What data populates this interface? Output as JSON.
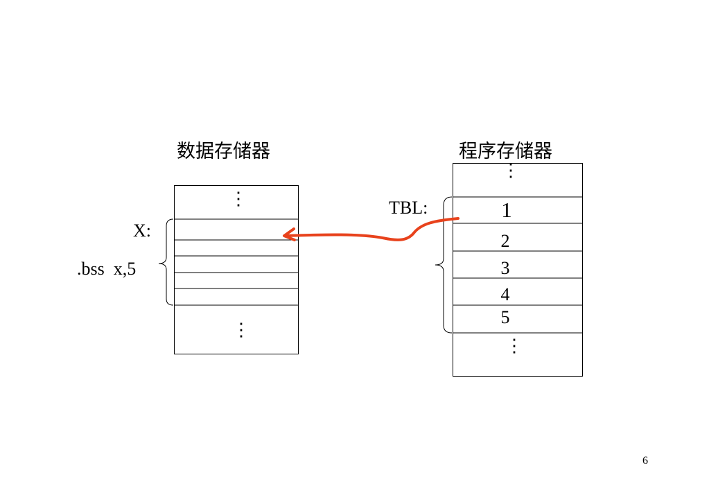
{
  "data_memory": {
    "title": "数据存储器"
  },
  "program_memory": {
    "title": "程序存储器",
    "values": [
      "1",
      "2",
      "3",
      "4",
      "5"
    ]
  },
  "labels": {
    "x_label": "X:",
    "bss_directive": ".bss  x,5",
    "tbl_label": "TBL:"
  },
  "ellipsis": "⋮",
  "arrow_color": "#e8421c",
  "page_number": "6"
}
